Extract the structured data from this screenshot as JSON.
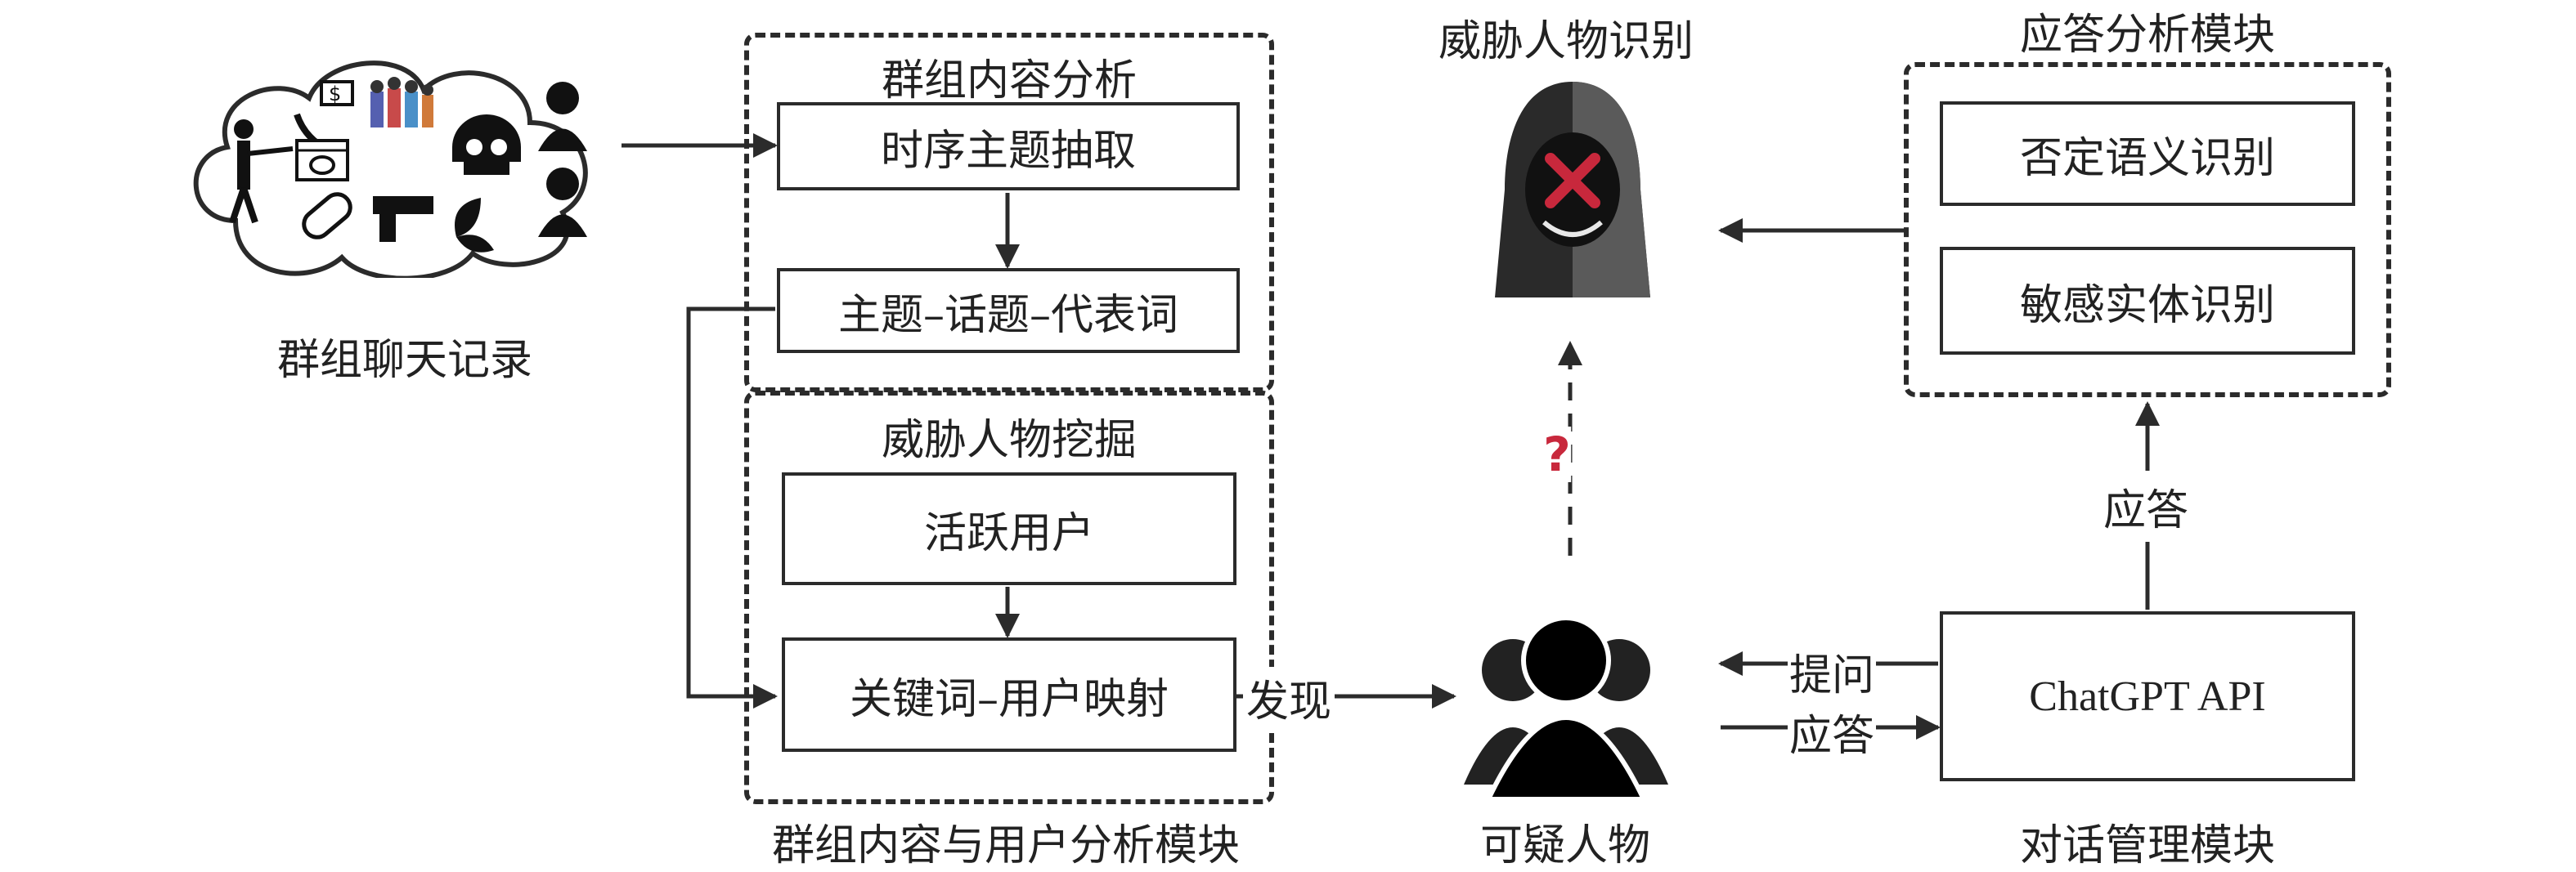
{
  "chat_records": {
    "label": "群组聊天记录"
  },
  "module_group": {
    "caption": "群组内容与用户分析模块",
    "content_analysis": {
      "title": "群组内容分析",
      "steps": [
        "时序主题抽取",
        "主题–话题–代表词"
      ]
    },
    "threat_mining": {
      "title": "威胁人物挖掘",
      "steps": [
        "活跃用户",
        "关键词–用户映射"
      ]
    }
  },
  "edges": {
    "discover": "发现",
    "ask": "提问",
    "answer_in": "应答",
    "answer_up": "应答",
    "question_mark": "?"
  },
  "suspects": {
    "caption": "可疑人物"
  },
  "threat_identification": {
    "title": "威胁人物识别"
  },
  "response_analysis": {
    "title": "应答分析模块",
    "items": [
      "否定语义识别",
      "敏感实体识别"
    ]
  },
  "dialog_module": {
    "caption": "对话管理模块",
    "api_label": "ChatGPT API"
  },
  "colors": {
    "line": "#2b2b2b",
    "accent": "#c8283c",
    "hood_dark": "#2a2a2a",
    "hood_light": "#5a5a5a"
  }
}
